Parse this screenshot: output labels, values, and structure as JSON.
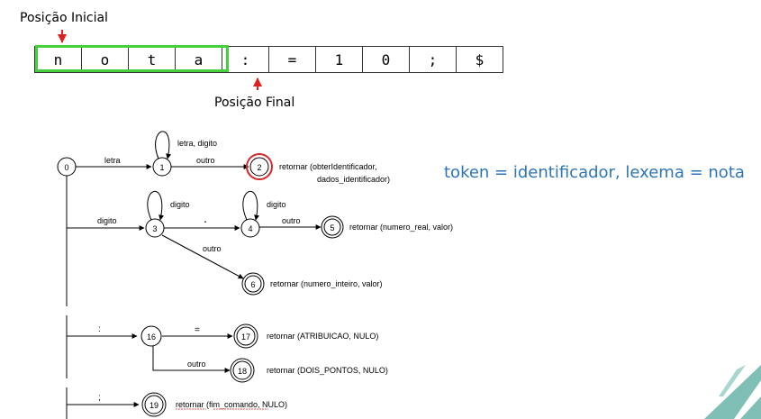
{
  "labels": {
    "initial_position": "Posição Inicial",
    "final_position": "Posição Final",
    "token_info": "token = identificador, lexema = nota"
  },
  "tape": [
    "n",
    "o",
    "t",
    "a",
    ":",
    "=",
    "1",
    "0",
    ";",
    "$"
  ],
  "colors": {
    "highlight": "#44d13c",
    "arrow": "#e02020",
    "accent_text": "#2e75b6",
    "current_state": "#d62828",
    "decor": "#7fbfb5"
  },
  "states": {
    "s0": "0",
    "s1": "1",
    "s2": "2",
    "s3": "3",
    "s4": "4",
    "s5": "5",
    "s6": "6",
    "s16": "16",
    "s17": "17",
    "s18": "18",
    "s19": "19"
  },
  "edges": {
    "letra": "letra",
    "outro": "outro",
    "letra_digito": "letra, digito",
    "digito": "digito",
    "ponto": ".",
    "dois_pontos": ":",
    "igual": "=",
    "ponto_virgula": ";"
  },
  "returns": {
    "r2_line1": "retornar (obterIdentificador,",
    "r2_line2": "dados_identificador)",
    "r5": "retornar (numero_real, valor)",
    "r6": "retornar (numero_inteiro, valor)",
    "r17": "retornar (ATRIBUICAO, NULO)",
    "r18": "retornar (DOIS_PONTOS, NULO)",
    "r19": "retornar (fim_comando, NULO)"
  }
}
